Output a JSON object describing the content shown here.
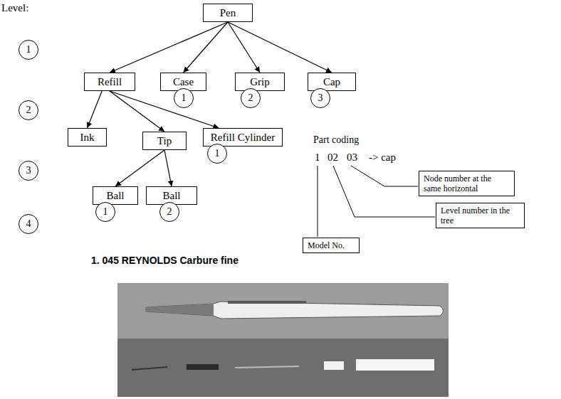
{
  "diagram": {
    "caption": "1. 045 REYNOLDS Carbure fine",
    "nodes": [
      {
        "text": [
          "Pen"
        ]
      },
      {
        "text": [
          "Refill"
        ]
      },
      {
        "text": [
          "Case"
        ]
      },
      {
        "text": [
          "Grip"
        ]
      },
      {
        "text": [
          "Cap"
        ]
      },
      {
        "text": [
          "Ink"
        ]
      },
      {
        "text": [
          "Tip"
        ]
      },
      {
        "text": [
          "Refill Cylinder"
        ]
      },
      {
        "text": [
          "Ball"
        ]
      },
      {
        "text": [
          "Ball"
        ]
      },
      {
        "text": [
          "1"
        ]
      },
      {
        "text": [
          "2"
        ]
      },
      {
        "text": [
          "3"
        ]
      },
      {
        "text": [
          "4"
        ]
      },
      {
        "text": [
          "1"
        ]
      },
      {
        "text": [
          "2"
        ]
      },
      {
        "text": [
          "3"
        ]
      },
      {
        "text": [
          "1"
        ]
      },
      {
        "text": [
          "1"
        ]
      },
      {
        "text": [
          "2"
        ]
      },
      {
        "text": [
          "Node number at the same horizontal"
        ]
      },
      {
        "text": [
          "Level number in the tree"
        ]
      },
      {
        "text": [
          "Model No."
        ]
      }
    ],
    "edges": [
      {
        "from": 0,
        "to": 1,
        "arrow": "to"
      },
      {
        "from": 0,
        "to": 2,
        "arrow": "to"
      },
      {
        "from": 0,
        "to": 3,
        "arrow": "to"
      },
      {
        "from": 0,
        "to": 4,
        "arrow": "to"
      },
      {
        "from": 1,
        "to": 5,
        "arrow": "to"
      },
      {
        "from": 1,
        "to": 6,
        "arrow": "to"
      },
      {
        "from": 1,
        "to": 7,
        "arrow": "to"
      },
      {
        "from": 6,
        "to": 8,
        "arrow": "to"
      },
      {
        "from": 6,
        "to": 9,
        "arrow": "to"
      }
    ],
    "labels": [
      "Level:",
      "Part coding",
      "1",
      "02",
      "03",
      "-> cap"
    ]
  }
}
